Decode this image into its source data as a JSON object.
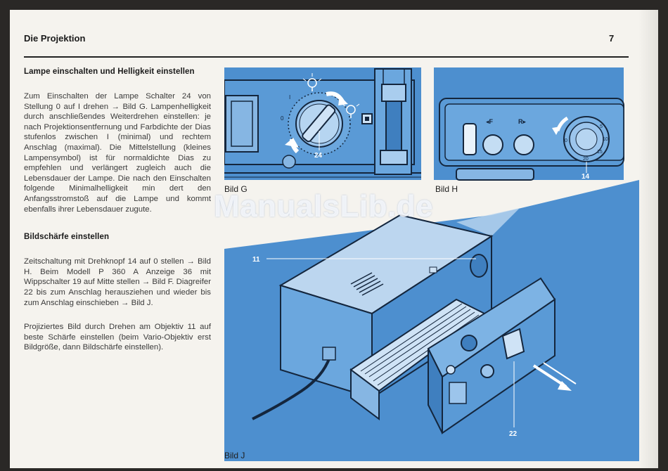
{
  "header": {
    "title": "Die Projektion",
    "page_number": "7"
  },
  "sections": [
    {
      "heading": "Lampe einschalten und Helligkeit einstellen",
      "paragraphs": [
        "Zum Einschalten der Lampe Schalter 24 von Stellung 0 auf I drehen → Bild G. Lampenhelligkeit durch anschließendes Weiterdrehen einstellen: je nach Projektionsentfernung und Farbdichte der Dias stufenlos zwischen I (minimal) und rechtem Anschlag (maximal). Die Mittelstellung (kleines Lampensymbol) ist für normaldichte Dias zu empfehlen und verlängert zugleich auch die Lebensdauer der Lampe. Die nach den Einschalten folgende Minimalhelligkeit min dert den Anfangsstromstoß auf die Lampe und kommt ebenfalls ihrer Lebensdauer zugute."
      ]
    },
    {
      "heading": "Bildschärfe einstellen",
      "paragraphs": [
        "Zeitschaltung mit Drehknopf 14 auf 0 stellen → Bild H. Beim Modell P 360 A Anzeige 36 mit Wippschalter 19 auf Mitte stellen → Bild F. Diagreifer 22 bis zum Anschlag herausziehen und wieder bis zum Anschlag einschieben → Bild J.",
        "Projiziertes Bild durch Drehen am Objektiv 11 auf beste Schärfe einstellen (beim Vario-Objektiv erst Bildgröße, dann Bildschärfe einstellen)."
      ]
    }
  ],
  "figures": {
    "g": {
      "caption": "Bild G",
      "callout": "24",
      "dial_marks": [
        "0",
        "I"
      ]
    },
    "h": {
      "caption": "Bild H",
      "callout": "14",
      "button_labels": [
        "◂F",
        "R▸"
      ],
      "dial_marks": [
        "0",
        "5",
        "10",
        "15",
        "20"
      ]
    },
    "j": {
      "caption": "Bild J",
      "callouts": [
        "11",
        "22"
      ]
    }
  },
  "watermark": "ManualsLib.de",
  "colors": {
    "diagram_blue": "#4d8fcf",
    "diagram_light": "#bcd6ef",
    "line": "#14263d",
    "paper": "#f5f3ee"
  }
}
